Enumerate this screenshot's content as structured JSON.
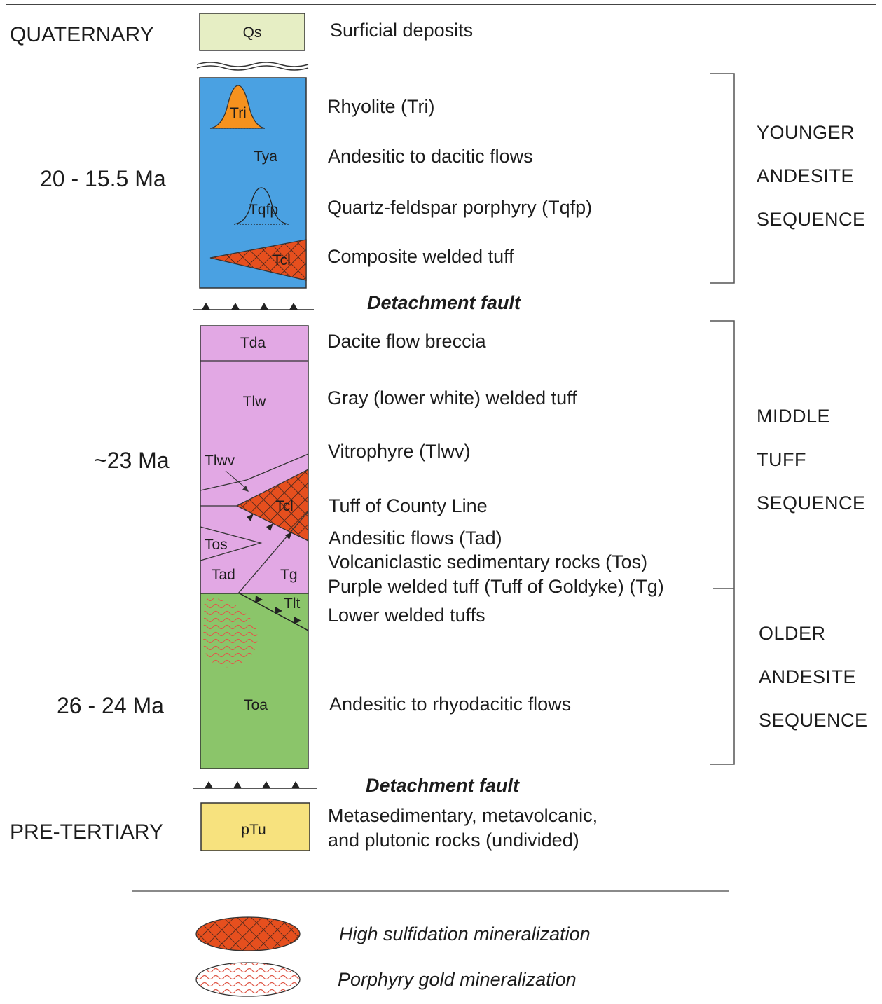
{
  "eras": {
    "quaternary": "QUATERNARY",
    "pre_tertiary": "PRE-TERTIARY"
  },
  "ages": {
    "younger": "20 - 15.5 Ma",
    "middle": "~23 Ma",
    "older": "26 - 24 Ma"
  },
  "units": {
    "qs": "Qs",
    "tri": "Tri",
    "tya": "Tya",
    "tqfp": "Tqfp",
    "tcl_upper": "Tcl",
    "tda": "Tda",
    "tlw": "Tlw",
    "tlwv": "Tlwv",
    "tcl": "Tcl",
    "tos": "Tos",
    "tad": "Tad",
    "tg": "Tg",
    "tlt": "Tlt",
    "toa": "Toa",
    "ptu": "pTu"
  },
  "descriptions": {
    "surficial": "Surficial deposits",
    "rhyolite": "Rhyolite (Tri)",
    "andesitic_dacitic": "Andesitic to dacitic flows",
    "qfp": "Quartz-feldspar porphyry (Tqfp)",
    "composite": "Composite welded tuff",
    "dacite_breccia": "Dacite flow breccia",
    "gray_tuff": "Gray (lower white) welded tuff",
    "vitrophyre": "Vitrophyre (Tlwv)",
    "county_line": "Tuff of County Line",
    "andesitic_flows": "Andesitic flows (Tad)",
    "volcaniclastic": "Volcaniclastic sedimentary rocks (Tos)",
    "purple_tuff": "Purple welded tuff (Tuff of Goldyke) (Tg)",
    "lower_welded": "Lower welded tuffs",
    "andesitic_rhyodacitic": "Andesitic to rhyodacitic flows",
    "pretertiary_1": "Metasedimentary, metavolcanic,",
    "pretertiary_2": "and plutonic rocks (undivided)"
  },
  "faults": {
    "upper": "Detachment fault",
    "lower": "Detachment fault"
  },
  "sequences": {
    "younger": [
      "YOUNGER",
      "ANDESITE",
      "SEQUENCE"
    ],
    "middle": [
      "MIDDLE",
      "TUFF",
      "SEQUENCE"
    ],
    "older": [
      "OLDER",
      "ANDESITE",
      "SEQUENCE"
    ]
  },
  "legend": {
    "high_sulfidation": "High sulfidation mineralization",
    "porphyry_gold": "Porphyry gold mineralization"
  },
  "colors": {
    "quaternary": "#e6eec4",
    "younger": "#4aa1e2",
    "middle": "#e2a8e4",
    "older": "#8bc56a",
    "pretertiary": "#f7e27e",
    "rhyolite": "#f6921e",
    "high_sulfidation": "#e64f1e",
    "porphyry_gold_lines": "#e05a4a"
  }
}
